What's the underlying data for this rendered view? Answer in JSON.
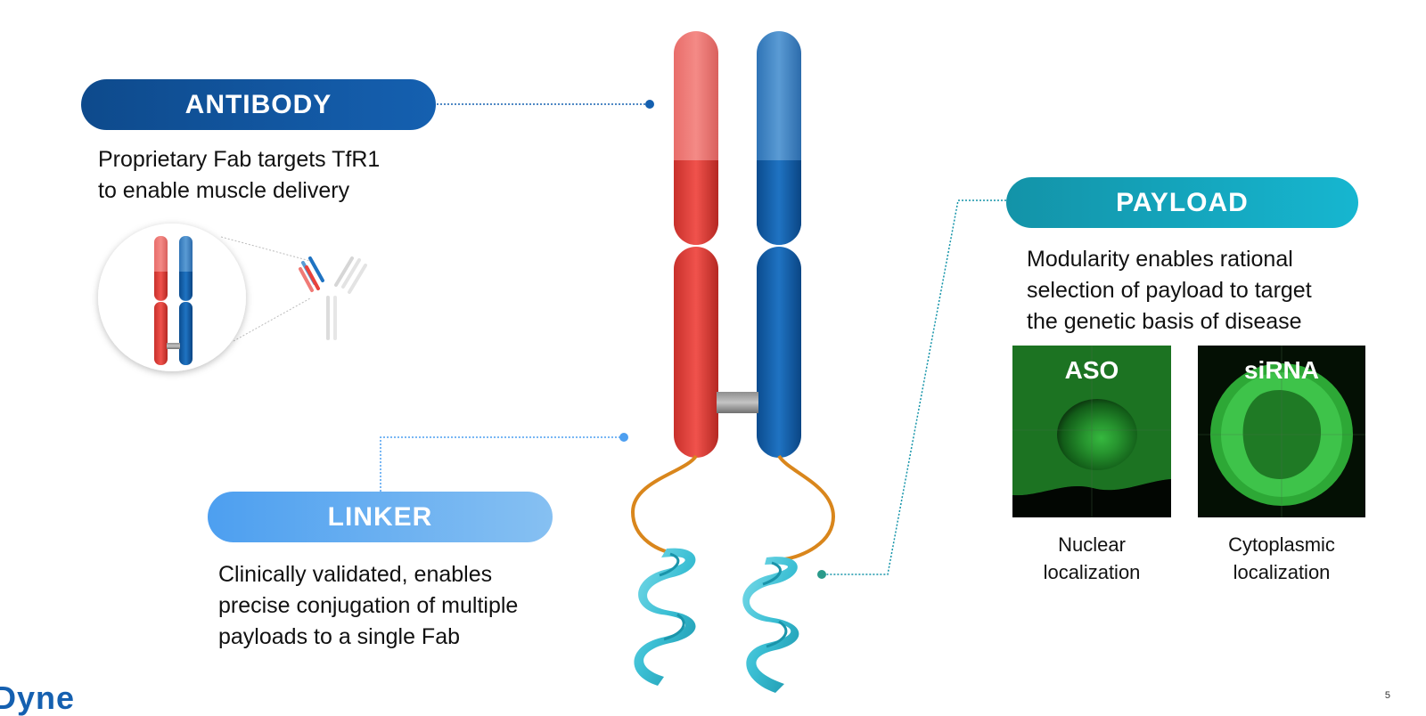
{
  "antibody": {
    "title": "ANTIBODY",
    "description": "Proprietary Fab targets TfR1\nto enable muscle delivery"
  },
  "linker": {
    "title": "LINKER",
    "description": "Clinically validated, enables\nprecise conjugation of multiple\npayloads to a single Fab"
  },
  "payload": {
    "title": "PAYLOAD",
    "description": "Modularity enables rational\nselection of payload to target\nthe genetic basis of disease",
    "images": [
      {
        "label": "ASO",
        "caption": "Nuclear\nlocalization"
      },
      {
        "label": "siRNA",
        "caption": "Cytoplasmic\nlocalization"
      }
    ]
  },
  "logo_text": "Dyne",
  "page_number": "5",
  "colors": {
    "heavy_chain_red": "#e8423c",
    "light_chain_blue": "#1565b5",
    "linker_orange": "#d9861c",
    "payload_teal": "#3bbfd4",
    "fluorescence_green": "#3ec34a"
  }
}
